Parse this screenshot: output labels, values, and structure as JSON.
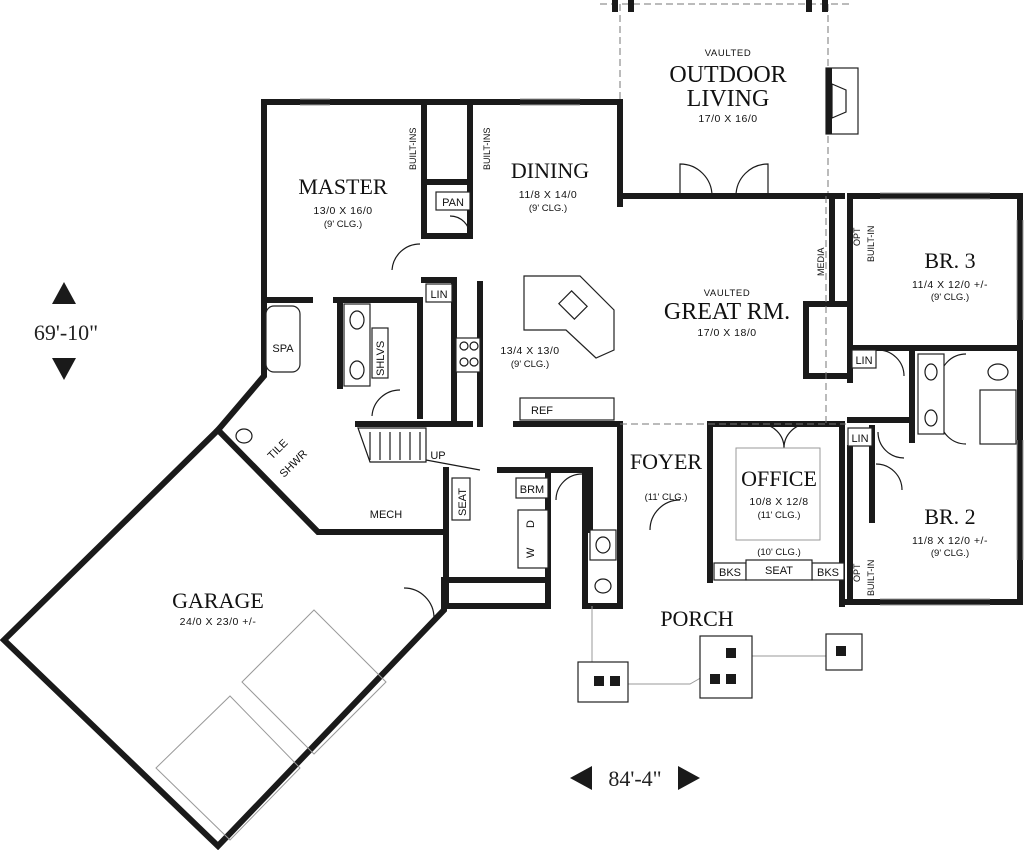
{
  "overall": {
    "depth": "69'-10\"",
    "width": "84'-4\""
  },
  "rooms": {
    "outdoor": {
      "note": "VAULTED",
      "name_line1": "OUTDOOR",
      "name_line2": "LIVING",
      "size": "17/0 X 16/0"
    },
    "master": {
      "name": "MASTER",
      "size": "13/0 X 16/0",
      "ceiling": "(9' CLG.)"
    },
    "dining": {
      "name": "DINING",
      "size": "11/8 X 14/0",
      "ceiling": "(9' CLG.)"
    },
    "great": {
      "note": "VAULTED",
      "name": "GREAT RM.",
      "size": "17/0 X 18/0"
    },
    "kitchen": {
      "size": "13/4 X 13/0",
      "ceiling": "(9' CLG.)"
    },
    "br3": {
      "name": "BR. 3",
      "size": "11/4 X 12/0 +/-",
      "ceiling": "(9' CLG.)"
    },
    "br2": {
      "name": "BR. 2",
      "size": "11/8 X 12/0 +/-",
      "ceiling": "(9' CLG.)"
    },
    "foyer": {
      "name": "FOYER",
      "ceiling": "(11' CLG.)"
    },
    "office": {
      "name": "OFFICE",
      "size": "10/8 X 12/8",
      "ceiling": "(11' CLG.)",
      "ceiling2": "(10' CLG.)"
    },
    "garage": {
      "name": "GARAGE",
      "size": "24/0 X 23/0 +/-"
    },
    "porch": {
      "name": "PORCH"
    }
  },
  "labels": {
    "builtins": "BUILT-INS",
    "pan": "PAN",
    "lin": "LIN",
    "shlvs": "SHLVS",
    "spa": "SPA",
    "tile": "TILE",
    "shwr": "SHWR",
    "up": "UP",
    "mech": "MECH",
    "seat": "SEAT",
    "brm": "BRM",
    "w": "W",
    "d": "D",
    "ref": "REF",
    "media": "MEDIA",
    "opt": "OPT",
    "builtin": "BUILT-IN",
    "bks": "BKS"
  }
}
